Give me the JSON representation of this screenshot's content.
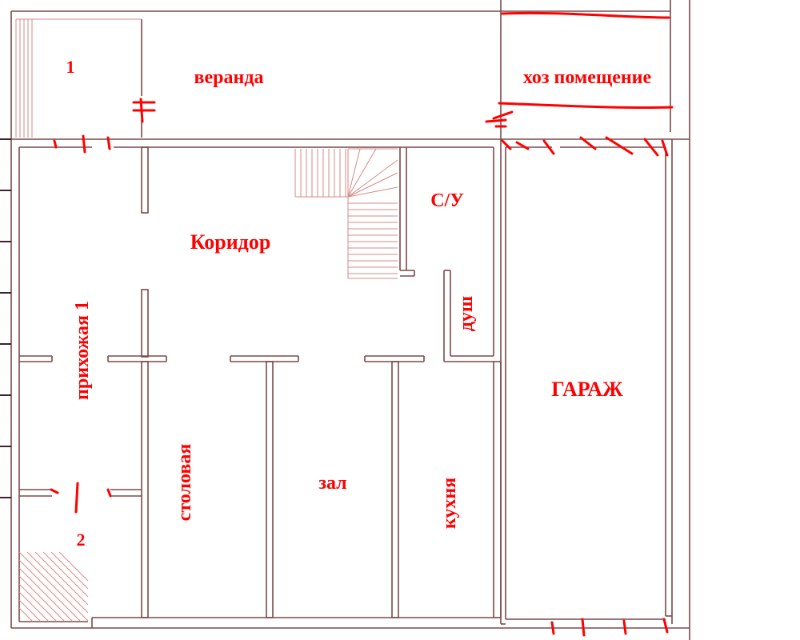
{
  "rooms": {
    "room_1": "1",
    "veranda": "веранда",
    "storage": "хоз помещение",
    "corridor": "Коридор",
    "wc": "С/У",
    "shower": "душ",
    "hallway_1": "прихожая 1",
    "garage": "ГАРАЖ",
    "dining": "столовая",
    "hall": "зал",
    "kitchen": "кухня",
    "room_2": "2"
  },
  "colors": {
    "wall_line": "#7a4a4a",
    "stair_line": "#d88a8a",
    "label": "#ff0000",
    "markup": "#ff0000",
    "wall_tick": "#3b2323"
  }
}
